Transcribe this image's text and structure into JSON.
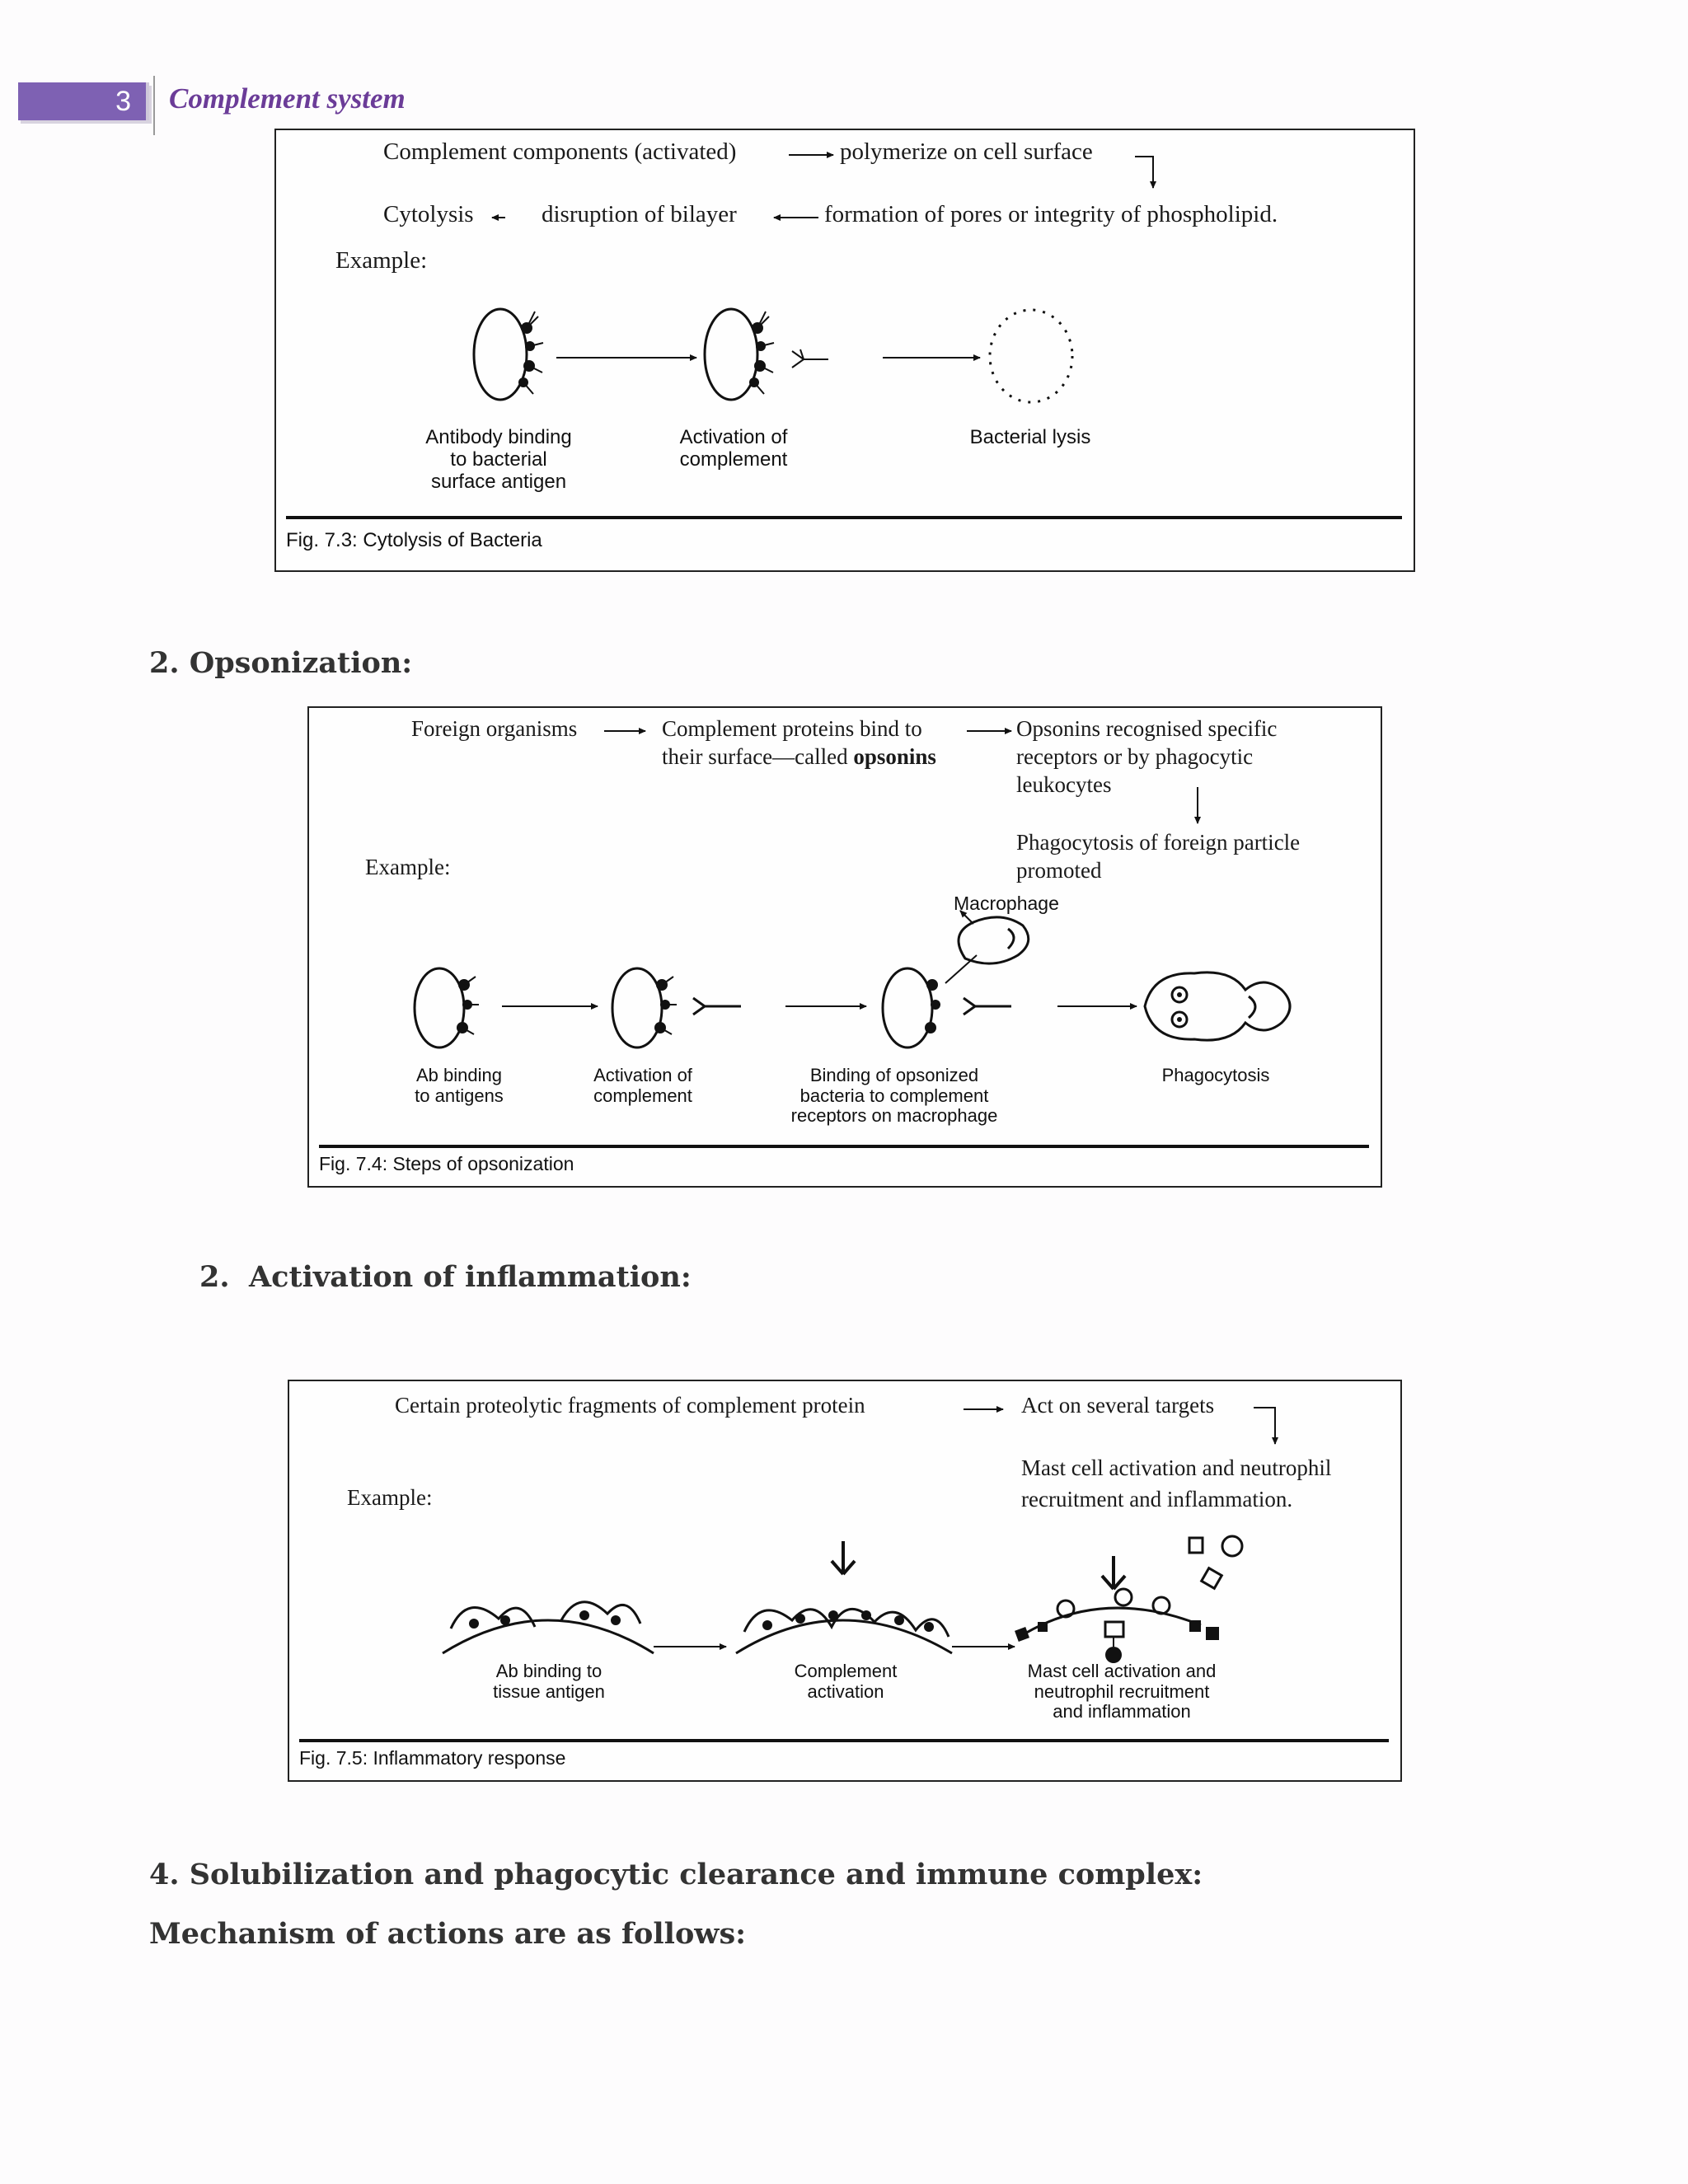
{
  "header": {
    "page_number": "3",
    "running_title": "Complement system"
  },
  "fig73": {
    "flow_line1_a": "Complement components (activated)",
    "flow_line1_b": "polymerize on cell surface",
    "flow_line2_a": "Cytolysis",
    "flow_line2_b": "disruption of bilayer",
    "flow_line2_c": "formation of pores or integrity of phospholipid.",
    "example": "Example:",
    "label1": "Antibody binding\nto bacterial\nsurface antigen",
    "label2": "Activation of\ncomplement",
    "label3": "Bacterial lysis",
    "caption": "Fig. 7.3: Cytolysis of Bacteria"
  },
  "heading_opsonization": "2. Opsonization:",
  "fig74": {
    "flow_a": "Foreign organisms",
    "flow_b1": "Complement proteins bind to",
    "flow_b2": "their surface—called",
    "flow_b2_bold": "opsonins",
    "flow_c1": "Opsonins recognised specific",
    "flow_c2": "receptors or by phagocytic",
    "flow_c3": "leukocytes",
    "flow_d1": "Phagocytosis of foreign particle",
    "flow_d2": "promoted",
    "example": "Example:",
    "macrophage": "Macrophage",
    "label1": "Ab binding\nto antigens",
    "label2": "Activation of\ncomplement",
    "label3": "Binding of opsonized\nbacteria to complement\nreceptors on macrophage",
    "label4": "Phagocytosis",
    "caption": "Fig. 7.4: Steps of opsonization"
  },
  "heading_inflammation_num": "2.",
  "heading_inflammation": "Activation of inflammation:",
  "fig75": {
    "flow_a": "Certain proteolytic fragments of complement protein",
    "flow_b": "Act on several targets",
    "flow_c1": "Mast cell activation and neutrophil",
    "flow_c2": "recruitment and inflammation.",
    "example": "Example:",
    "label1": "Ab binding to\ntissue antigen",
    "label2": "Complement\nactivation",
    "label3": "Mast cell activation and\nneutrophil recruitment\nand inflammation",
    "caption": "Fig. 7.5: Inflammatory response"
  },
  "heading_solubilization": "4. Solubilization and phagocytic clearance and immune complex:",
  "heading_mechanism": "Mechanism of actions are as follows:"
}
